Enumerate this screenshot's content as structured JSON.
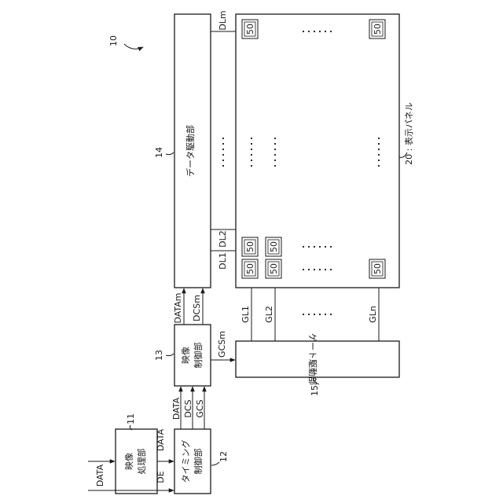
{
  "figure_ref": "10",
  "input_labels": {
    "data": "DATA",
    "de": "DE"
  },
  "blocks": {
    "image_processor": {
      "ref": "11",
      "line1": "映像",
      "line2": "処理部"
    },
    "timing_controller": {
      "ref": "12",
      "line1": "タイミング",
      "line2": "制御部"
    },
    "video_controller": {
      "ref": "13",
      "line1": "映像",
      "line2": "制御部"
    },
    "data_driver": {
      "ref": "14",
      "label": "データ駆動部"
    },
    "gate_driver": {
      "ref": "15",
      "label": "ゲート駆動部"
    },
    "display_panel": {
      "caption": "20 : 表示パネル"
    }
  },
  "signals": {
    "data_mid": "DATA",
    "de": "DE",
    "data": "DATA",
    "dcs": "DCS",
    "gcs": "GCS",
    "datam": "DATAm",
    "dcsm": "DCSm",
    "gcsm": "GCSm"
  },
  "data_lines": [
    "DL1",
    "DL2",
    "DLm"
  ],
  "gate_lines": [
    "GL1",
    "GL2",
    "GLn"
  ],
  "pixel_label": "50"
}
